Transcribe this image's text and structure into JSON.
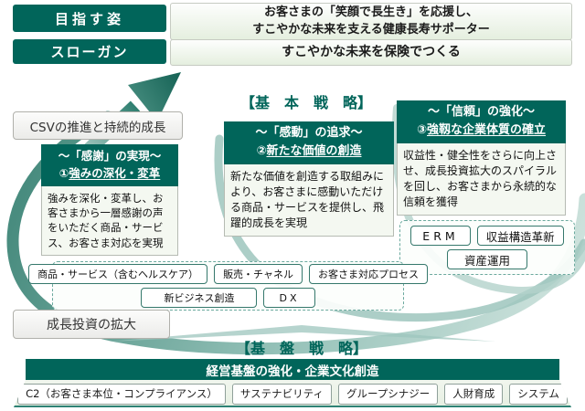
{
  "vision_row": {
    "label": "目指す姿",
    "line1": "お客さまの「笑顔で長生き」を応援し、",
    "line2": "すこやかな未来を支える健康長寿サポーター"
  },
  "slogan_row": {
    "label": "スローガン",
    "text": "すこやかな未来を保険でつくる"
  },
  "side_labels": {
    "csv": "CSVの推進と持続的成長",
    "growth": "成長投資の拡大"
  },
  "basic_strategy": {
    "heading": "【基　本　戦　略】",
    "boxes": [
      {
        "subtitle": "～「感謝」の実現～",
        "num": "①",
        "title": "強みの深化・変革",
        "body": "強みを深化・変革し、お客さまから一層感謝の声をいただく商品・サービス、お客さま対応を実現"
      },
      {
        "subtitle": "～「感動」の追求～",
        "num": "②",
        "title": "新たな価値の創造",
        "body": "新たな価値を創造する取組みにより、お客さまに感動いただける商品・サービスを提供し、飛躍的成長を実現"
      },
      {
        "subtitle": "～「信頼」の強化～",
        "num": "③",
        "title": "強靱な企業体質の確立",
        "body": "収益性・健全性をさらに向上させ、成長投資拡大のスパイラルを回し、お客さまから永続的な信頼を獲得"
      }
    ],
    "field_tags": [
      "商品・サービス（含むヘルスケア）",
      "販売・チャネル",
      "お客さま対応プロセス",
      "新ビジネス創造",
      "DX"
    ],
    "finance_tags": [
      "ERM",
      "収益構造革新",
      "資産運用"
    ]
  },
  "foundation_strategy": {
    "heading": "【基　盤　戦　略】",
    "bar": "経営基盤の強化・企業文化創造",
    "tags": [
      "C2（お客さま本位・コンプライアンス）",
      "サステナビリティ",
      "グループシナジー",
      "人財育成",
      "システム"
    ]
  },
  "colors": {
    "teal_dark": "#01655a",
    "teal_mid": "#2e8275",
    "teal_light": "#9dc5bd",
    "body_bg": "#f4f8f1"
  }
}
